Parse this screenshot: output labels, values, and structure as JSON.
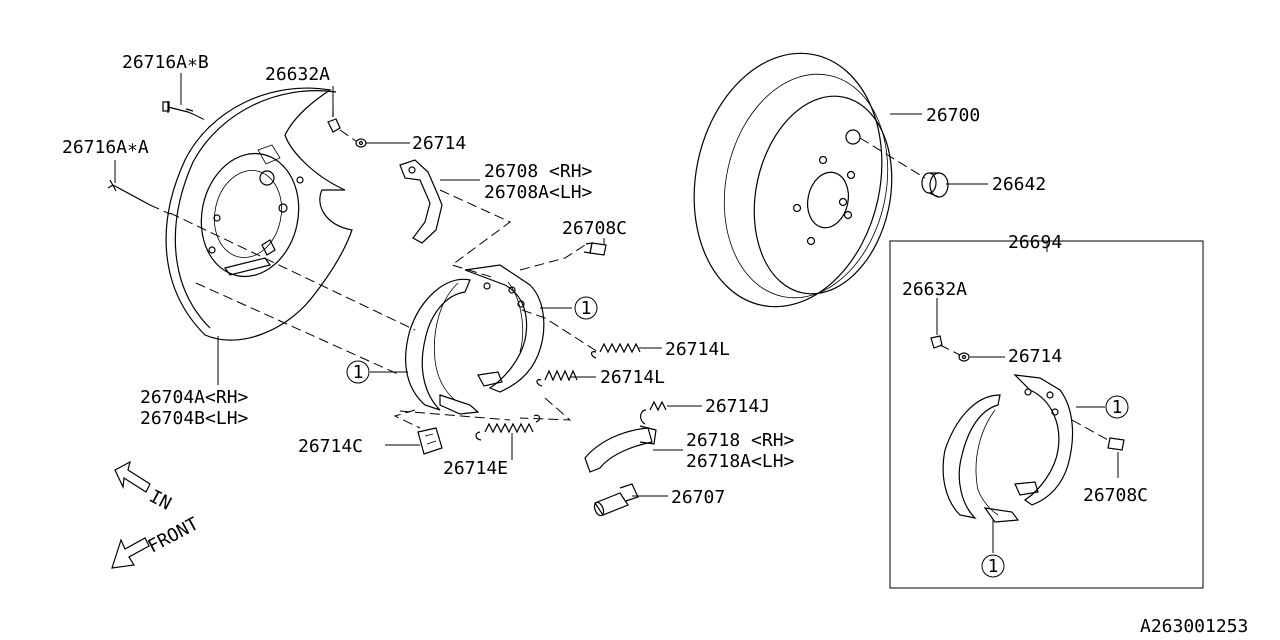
{
  "diagram": {
    "code": "A263001253",
    "labels": {
      "p26716AB": "26716A∗B",
      "p26716AA": "26716A∗A",
      "p26632A": "26632A",
      "p26714": "26714",
      "p26708RH": "26708 <RH>",
      "p26708ALH": "26708A<LH>",
      "p26708C": "26708C",
      "p26700": "26700",
      "p26642": "26642",
      "p26694": "26694",
      "p26704ARH": "26704A<RH>",
      "p26704BLH": "26704B<LH>",
      "p26714L_a": "26714L",
      "p26714L_b": "26714L",
      "p26714J": "26714J",
      "p26714C": "26714C",
      "p26714E": "26714E",
      "p26718RH": "26718 <RH>",
      "p26718ALH": "26718A<LH>",
      "p26707": "26707",
      "kit26632A": "26632A",
      "kit26714": "26714",
      "kit26708C": "26708C"
    },
    "callout": "1",
    "arrows": {
      "in": "IN",
      "front": "FRONT"
    }
  }
}
